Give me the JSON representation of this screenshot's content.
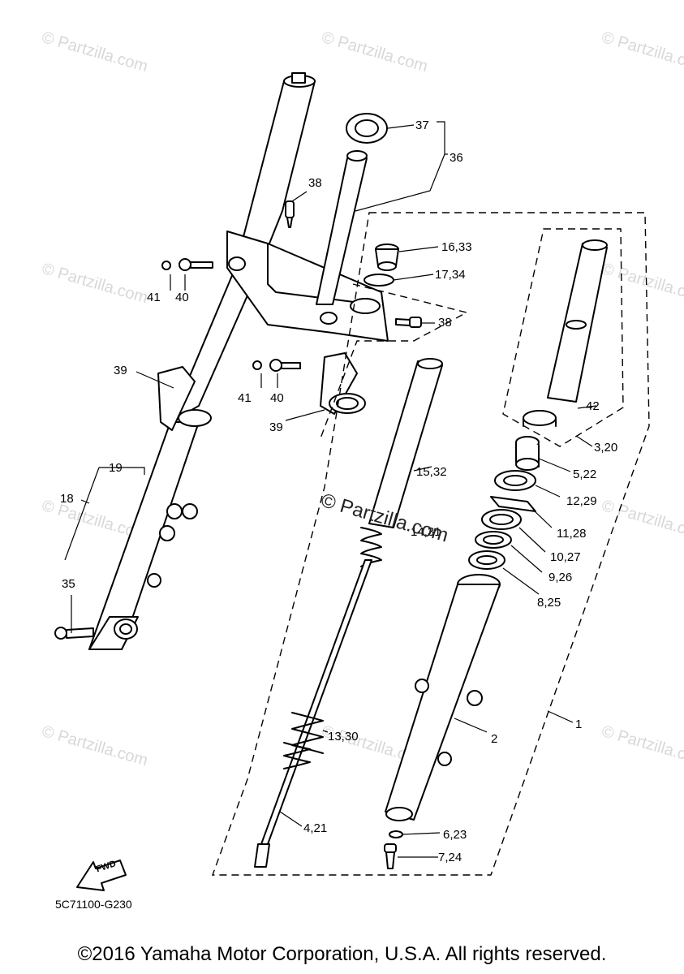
{
  "watermark": "© Partzilla.com",
  "center_watermark": "© Partzilla.com",
  "callouts": {
    "c1": "1",
    "c2": "2",
    "c3_20": "3,20",
    "c4_21": "4,21",
    "c5_22": "5,22",
    "c6_23": "6,23",
    "c7_24": "7,24",
    "c8_25": "8,25",
    "c9_26": "9,26",
    "c10_27": "10,27",
    "c11_28": "11,28",
    "c12_29": "12,29",
    "c13_30": "13,30",
    "c14_31": "14,31",
    "c15_32": "15,32",
    "c16_33": "16,33",
    "c17_34": "17,34",
    "c18": "18",
    "c19": "19",
    "c35": "35",
    "c36": "36",
    "c37": "37",
    "c38a": "38",
    "c38b": "38",
    "c39a": "39",
    "c39b": "39",
    "c40a": "40",
    "c40b": "40",
    "c41a": "41",
    "c41b": "41",
    "c42": "42"
  },
  "fwd_label": "FWD",
  "diagram_code": "5C71100-G230",
  "copyright": "©2016 Yamaha Motor Corporation, U.S.A. All rights reserved."
}
